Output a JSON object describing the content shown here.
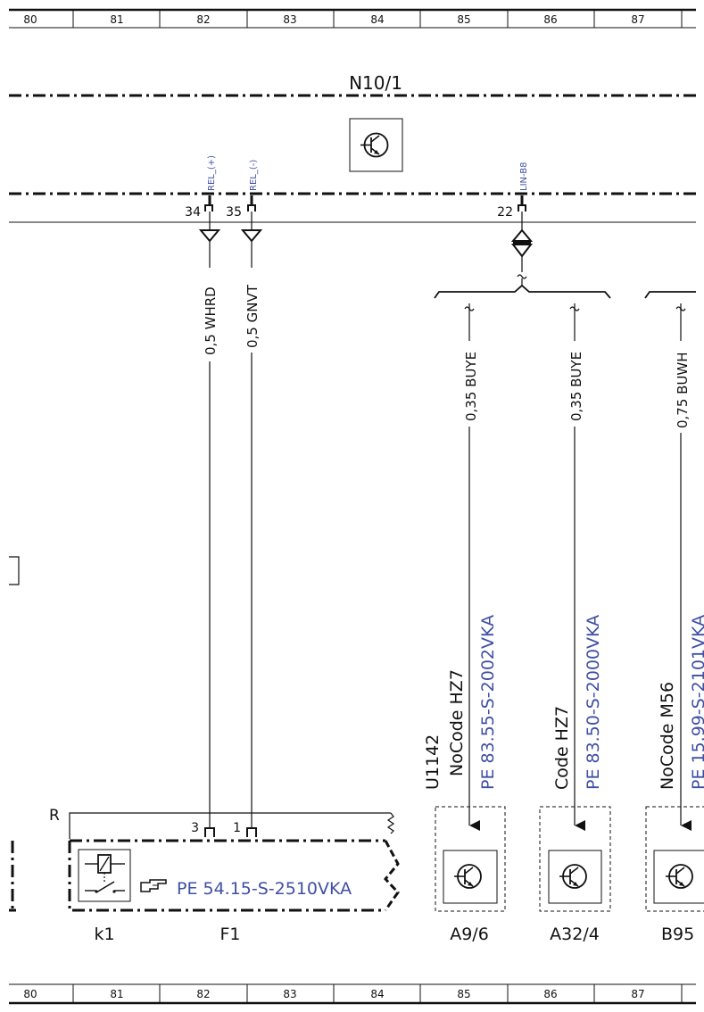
{
  "ruler": {
    "top": [
      "80",
      "81",
      "82",
      "83",
      "84",
      "85",
      "86",
      "87"
    ],
    "bottom": [
      "80",
      "81",
      "82",
      "83",
      "84",
      "85",
      "86",
      "87"
    ]
  },
  "module": {
    "name": "N10/1",
    "pins": [
      {
        "signal": "REL_(+)",
        "number": "34"
      },
      {
        "signal": "REL_(-)",
        "number": "35"
      },
      {
        "signal": "LIN-B8",
        "number": "22"
      }
    ]
  },
  "wires": [
    "0,5 WHRD",
    "0,5 GNVT",
    "0,35 BUYE",
    "0,35 BUYE",
    "0,75 BUWH"
  ],
  "branches": [
    {
      "code_line1": "U1142",
      "code_line2": "NoCode HZ7",
      "ref": "PE 83.55-S-2002VKA",
      "component": "A9/6"
    },
    {
      "code_line1": "",
      "code_line2": "Code HZ7",
      "ref": "PE 83.50-S-2000VKA",
      "component": "A32/4"
    },
    {
      "code_line1": "",
      "code_line2": "NoCode M56",
      "ref": "PE 15.99-S-2101VKA",
      "component": "B95"
    }
  ],
  "fuse_block": {
    "r_label": "R",
    "pins": [
      "3",
      "1"
    ],
    "ref": "PE 54.15-S-2510VKA",
    "labels": [
      "k1",
      "F1"
    ]
  }
}
